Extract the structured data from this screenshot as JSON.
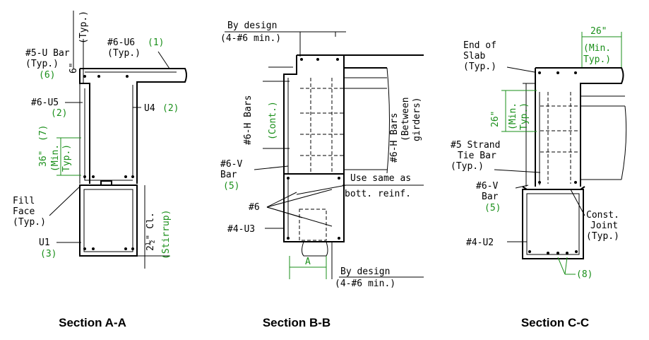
{
  "captions": {
    "a": "Section A-A",
    "b": "Section B-B",
    "c": "Section C-C"
  },
  "section_a": {
    "u_bar": "#5-U Bar",
    "u_bar_typ": "(Typ.)",
    "u_bar_num": "(6)",
    "dim_6": "6\"",
    "typ_vert": "(Typ.)",
    "u6": "#6-U6",
    "u6_num": "(1)",
    "u6_typ": "(Typ.)",
    "u5": "#6-U5",
    "u5_num": "(2)",
    "u4": "U4",
    "u4_num": "(2)",
    "dim_36": "36\"",
    "dim_36_num": "(7)",
    "dim_36_min": "(Min.",
    "dim_36_typ": "Typ.)",
    "fill_1": "Fill",
    "fill_2": "Face",
    "fill_3": "(Typ.)",
    "u1": "U1",
    "u1_num": "(3)",
    "clr": "2½\" Cl.",
    "stirrup": "(Stirrup)"
  },
  "section_b": {
    "by_design_top": "By design",
    "min_top": "(4-#6 min.)",
    "h_bars_left": "#6-H Bars",
    "cont": "(Cont.)",
    "h_bars_right": "#6-H Bars",
    "between_1": "(Between",
    "between_2": "girders)",
    "v_bar_1": "#6-V",
    "v_bar_2": "Bar",
    "v_bar_num": "(5)",
    "use_same_1": "Use same as",
    "use_same_2": "bott. reinf.",
    "no6": "#6",
    "u3": "#4-U3",
    "dim_a": "A",
    "by_design_bot": "By design",
    "min_bot": "(4-#6 min.)"
  },
  "section_c": {
    "end_1": "End of",
    "end_2": "Slab",
    "end_3": "(Typ.)",
    "dim_26_top": "26\"",
    "min_top": "(Min.",
    "typ_top": "Typ.)",
    "dim_26_left": "26\"",
    "min_left": "(Min.",
    "typ_left": "Typ.)",
    "strand_1": "#5 Strand",
    "strand_2": "Tie Bar",
    "strand_3": "(Typ.)",
    "v_bar_1": "#6-V",
    "v_bar_2": "Bar",
    "v_bar_num": "(5)",
    "joint_1": "Const.",
    "joint_2": "Joint",
    "joint_3": "(Typ.)",
    "u2": "#4-U2",
    "num_8": "(8)"
  }
}
